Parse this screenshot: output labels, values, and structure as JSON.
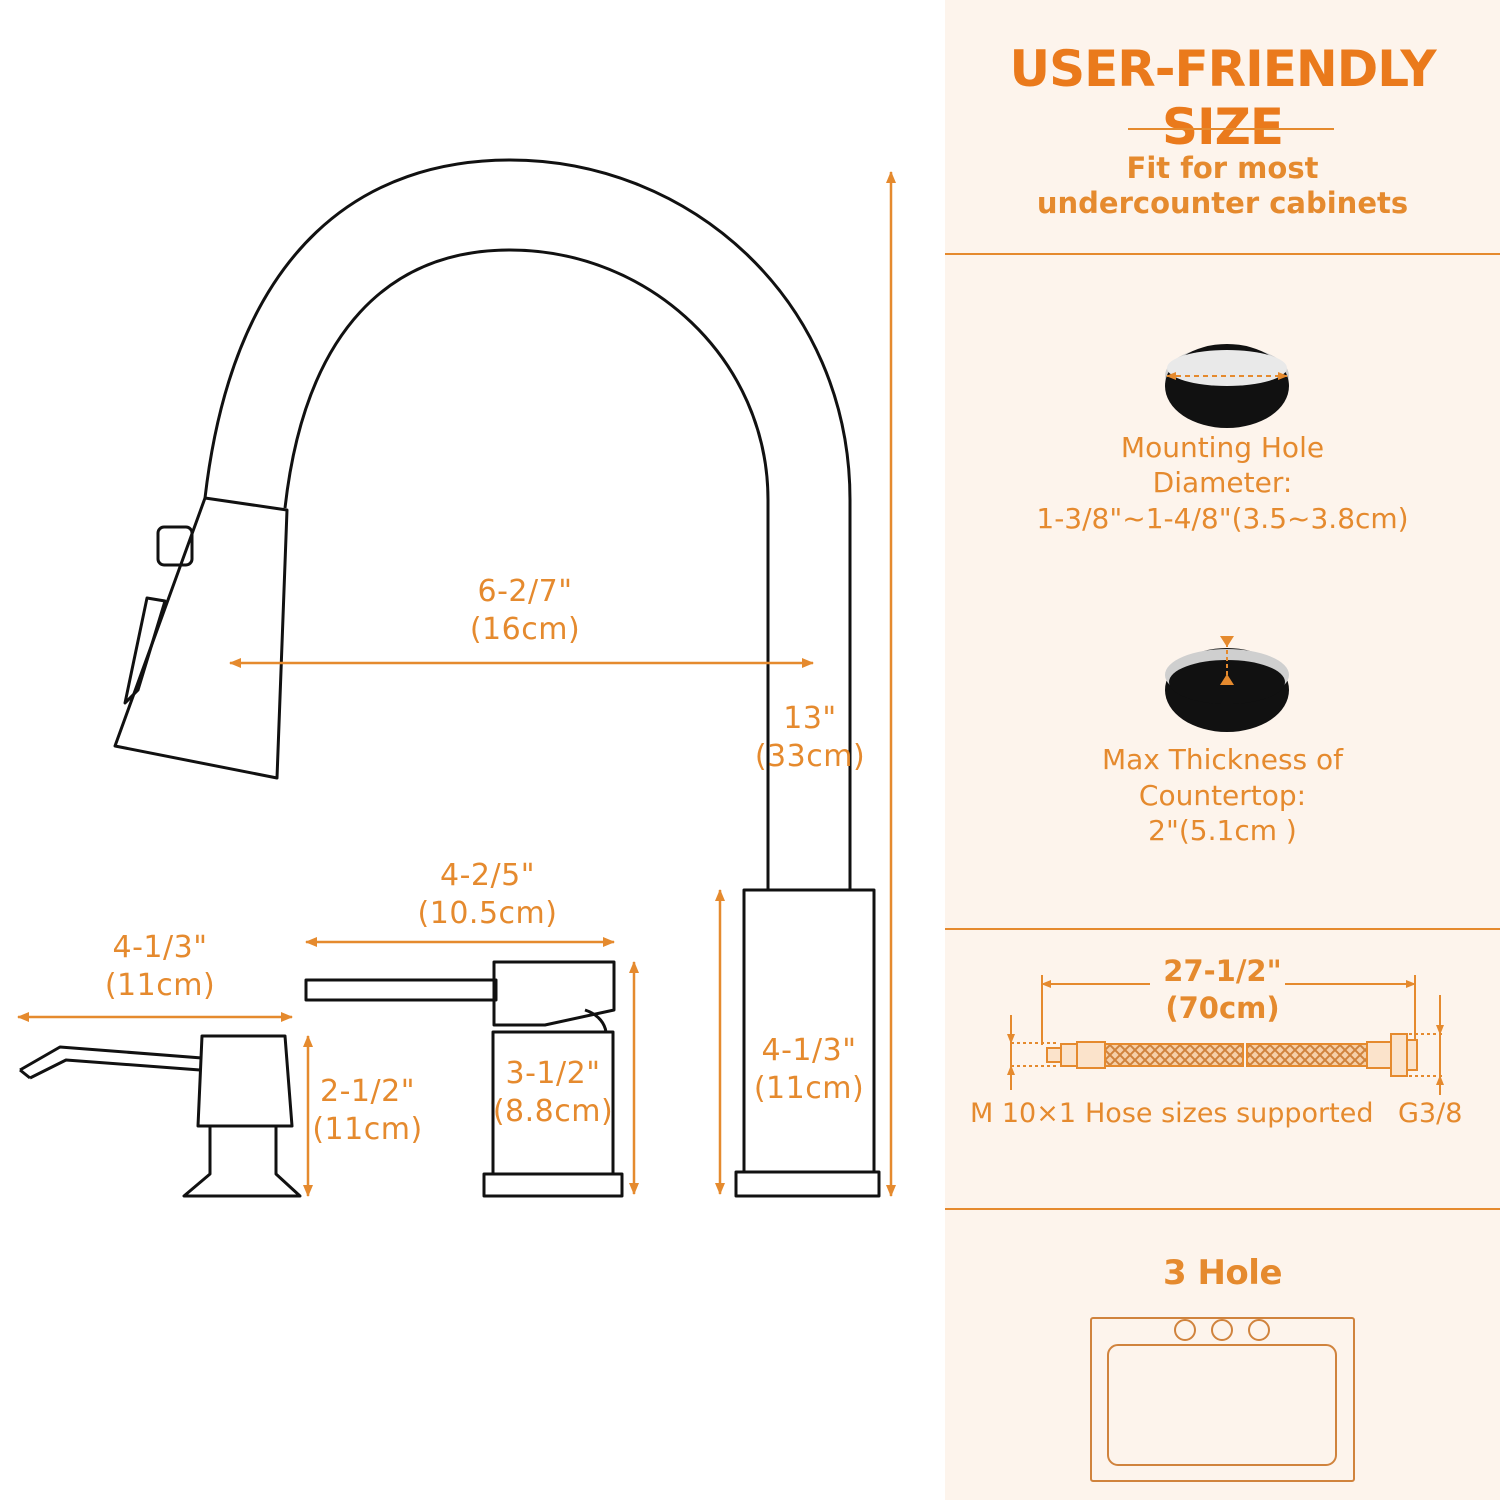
{
  "colors": {
    "accent": "#e58a2e",
    "line": "#111111",
    "panel_bg": "#fdf4ec"
  },
  "dimensions": {
    "spout_reach": {
      "imperial": "6-2/7\"",
      "metric": "(16cm)"
    },
    "faucet_height": {
      "imperial": "13\"",
      "metric": "(33cm)"
    },
    "base_height": {
      "imperial": "4-1/3\"",
      "metric": "(11cm)"
    },
    "handle_length": {
      "imperial": "4-2/5\"",
      "metric": "(10.5cm)"
    },
    "handle_height": {
      "imperial": "3-1/2\"",
      "metric": "(8.8cm)"
    },
    "dispenser_length": {
      "imperial": "4-1/3\"",
      "metric": "(11cm)"
    },
    "dispenser_height": {
      "imperial": "2-1/2\"",
      "metric": "(11cm)"
    }
  },
  "panel": {
    "title": "USER-FRIENDLY SIZE",
    "subtitle_line1": "Fit for most",
    "subtitle_line2": "undercounter cabinets",
    "mounting_line1": "Mounting Hole",
    "mounting_line2": "Diameter:",
    "mounting_line3": "1-3/8\"~1-4/8\"(3.5~3.8cm)",
    "thickness_line1": "Max Thickness of",
    "thickness_line2": "Countertop:",
    "thickness_line3": "2\"(5.1cm )",
    "hose_length_imperial": "27-1/2\"",
    "hose_length_metric": "(70cm)",
    "hose_left": "M 10×1",
    "hose_middle": "Hose sizes supported",
    "hose_right": "G3/8",
    "holes_label": "3 Hole"
  },
  "icons": [
    "faucet-drawing",
    "mounting-hole-icon",
    "countertop-thickness-icon",
    "braided-hose-icon",
    "sink-3-hole-icon"
  ]
}
